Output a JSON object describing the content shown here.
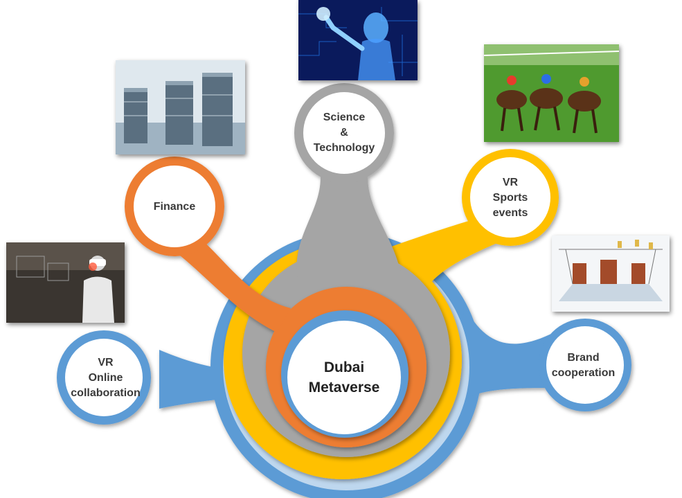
{
  "center": {
    "line1": "Dubai",
    "line2": "Metaverse"
  },
  "nodes": {
    "science": {
      "lines": [
        "Science",
        "&",
        "Technology"
      ],
      "image_icon": "ai-humanoid-circuit-icon"
    },
    "finance": {
      "lines": [
        "Finance"
      ],
      "image_icon": "coin-stacks-icon"
    },
    "sports": {
      "lines": [
        "VR",
        "Sports",
        "events"
      ],
      "image_icon": "horse-racing-icon"
    },
    "brand": {
      "lines": [
        "Brand",
        "cooperation"
      ],
      "image_icon": "store-interior-sketch-icon"
    },
    "collab": {
      "lines": [
        "VR",
        "Online",
        "collaboration"
      ],
      "image_icon": "vr-headset-user-icon"
    }
  },
  "colors": {
    "blue": "#5b9bd5",
    "yellow": "#ffc000",
    "gray": "#a5a5a5",
    "orange": "#ed7d31",
    "text": "#3a3a3a"
  }
}
